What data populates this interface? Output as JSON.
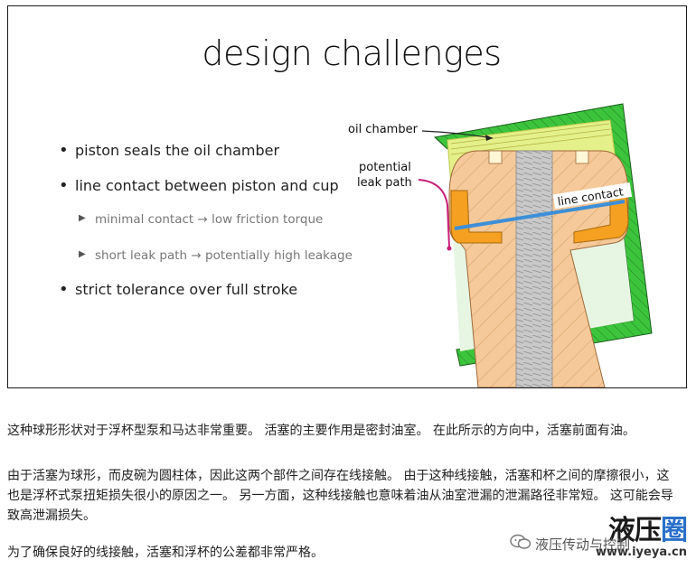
{
  "slide": {
    "title": "design challenges",
    "bullets": [
      "piston seals the oil chamber",
      "line contact between piston and cup",
      "strict tolerance over full stroke"
    ],
    "sub_bullets": [
      "minimal contact → low friction torque",
      "short leak path → potentially high leakage"
    ],
    "diagram_labels": {
      "oil_chamber": "oil chamber",
      "leak_path_1": "potential",
      "leak_path_2": "leak path",
      "line_contact": "line contact"
    }
  },
  "paragraphs": {
    "p1": "这种球形形状对于浮杯型泵和马达非常重要。 活塞的主要作用是密封油室。 在此所示的方向中，活塞前面有油。",
    "p2": "由于活塞为球形，而皮碗为圆柱体，因此这两个部件之间存在线接触。 由于这种线接触，活塞和杯之间的摩擦很小，这也是浮杯式泵扭矩损失很小的原因之一。 另一方面，这种线接触也意味着油从油室泄漏的泄漏路径非常短。 这可能会导致高泄漏损失。",
    "p3": "为了确保良好的线接触，活塞和浮杯的公差都非常严格。"
  },
  "watermark": {
    "logo_black": "液压",
    "logo_blue": "圈",
    "subtitle": "液压传动与控制",
    "url": "www.iyeya.cn"
  },
  "colors": {
    "cup_green": "#3dc43d",
    "oil_yellow": "#e4f08a",
    "piston_orange": "#f5c99a",
    "seal_orange": "#f5a020",
    "rod_gray": "#c9c9c9",
    "contact_blue": "#3c8fd8",
    "leak_magenta": "#c8207a",
    "logo_blue": "#2a6fc9"
  }
}
